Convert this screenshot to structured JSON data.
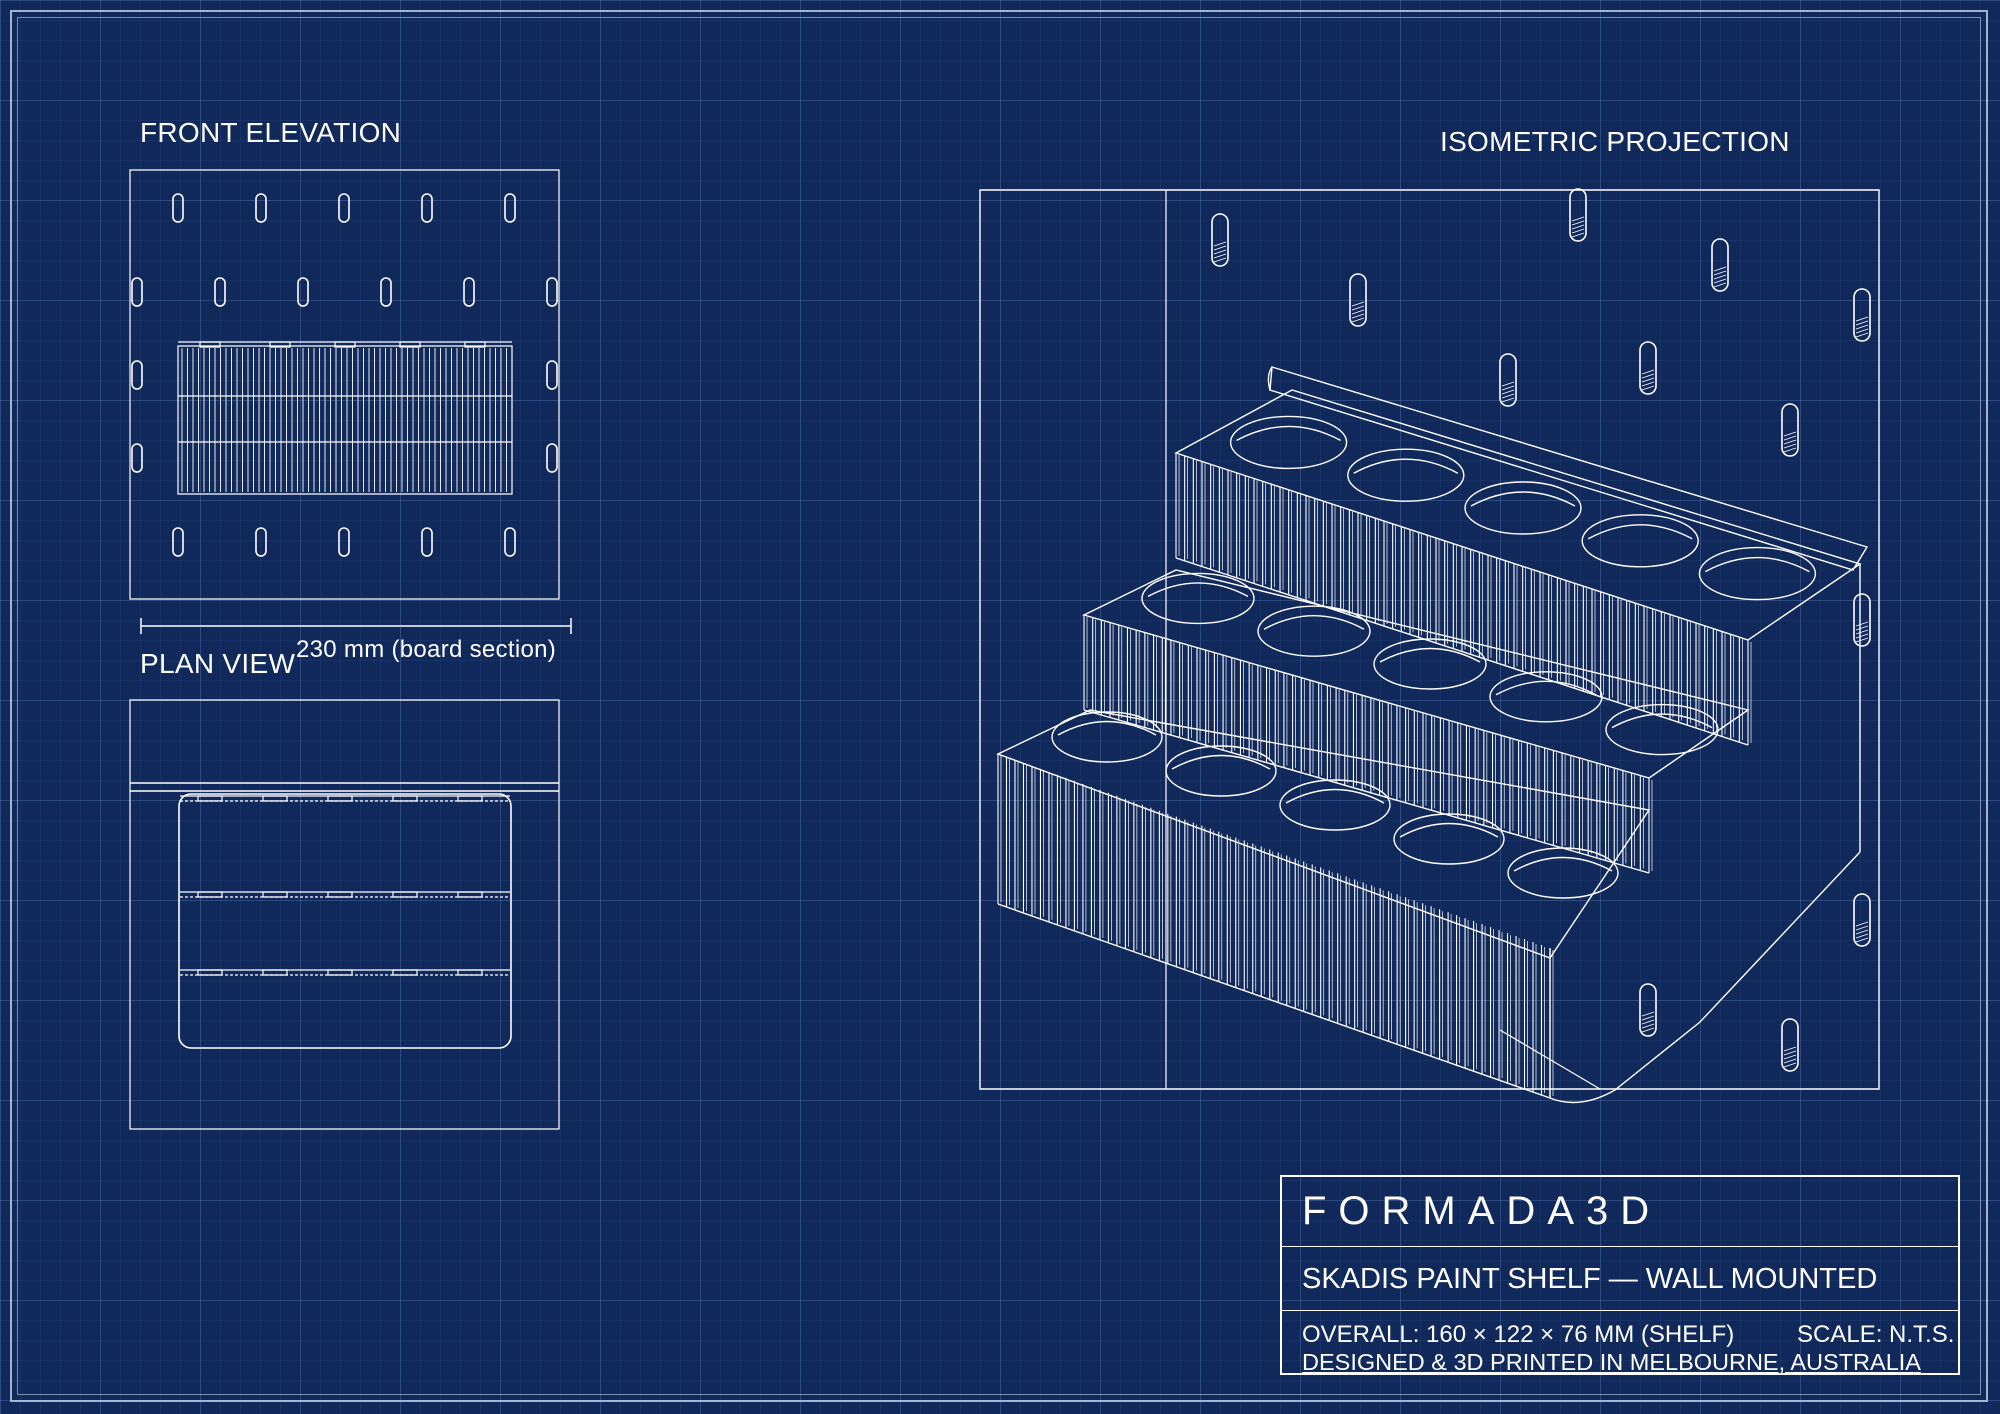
{
  "labels": {
    "front_elevation": "FRONT ELEVATION",
    "plan_view": "PLAN VIEW",
    "isometric": "ISOMETRIC PROJECTION",
    "dimension": "230 mm (board section)"
  },
  "title_block": {
    "brand": "FORMADA3D",
    "title": "SKADIS PAINT SHELF — WALL MOUNTED",
    "overall": "OVERALL: 160 × 122 × 76 MM (SHELF)",
    "scale": "SCALE: N.T.S.",
    "origin": "DESIGNED & 3D PRINTED IN MELBOURNE, AUSTRALIA"
  },
  "colors": {
    "background": "#11295a",
    "line": "#ffffff",
    "grid": "#7aa0dc"
  }
}
